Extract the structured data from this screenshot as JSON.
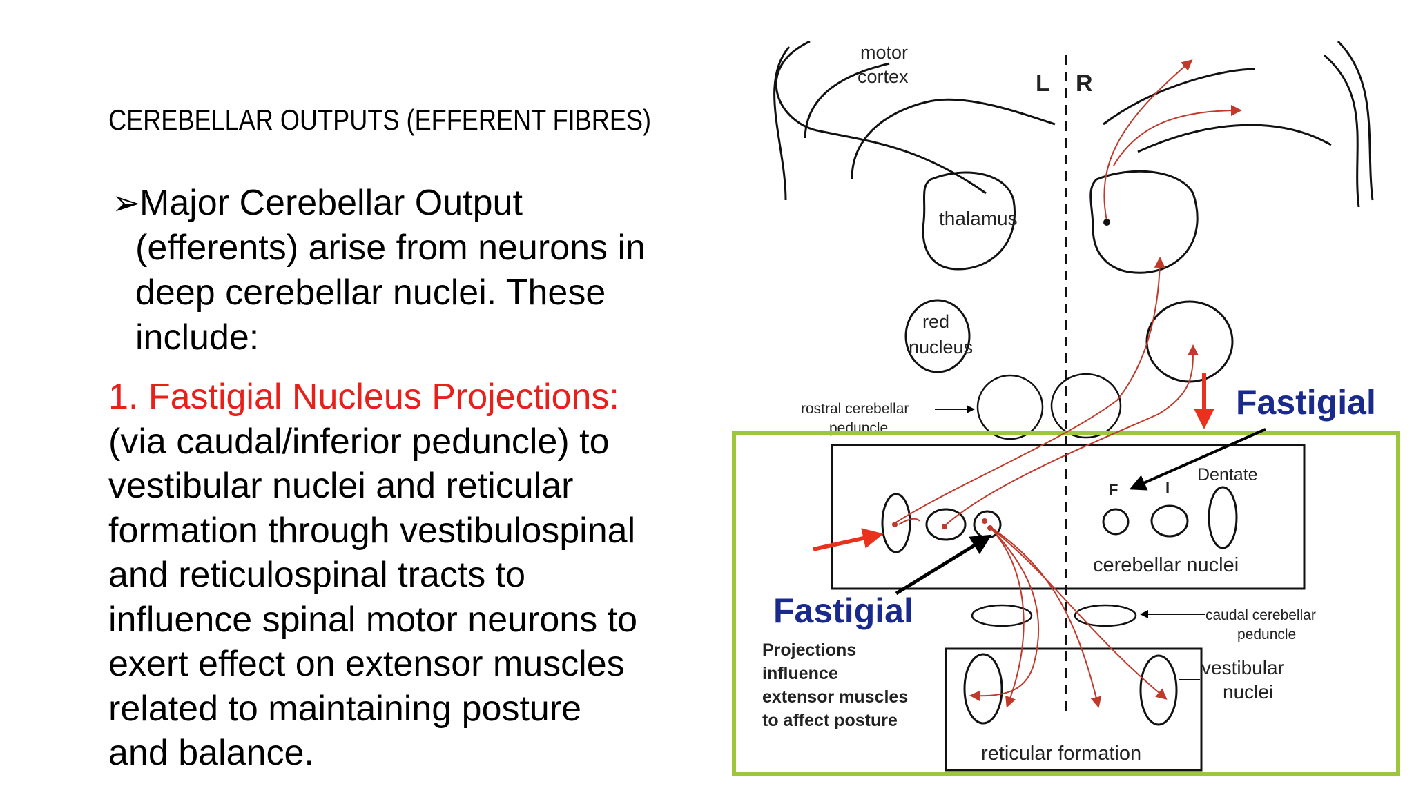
{
  "slide": {
    "title": "CEREBELLAR OUTPUTS (EFFERENT FIBRES)",
    "bullet": {
      "marker": "➢",
      "lines": [
        "Major Cerebellar Output",
        "(efferents) arise from neurons in",
        "deep cerebellar nuclei. These",
        "include:"
      ]
    },
    "section": {
      "heading": "1. Fastigial Nucleus Projections:",
      "lines": [
        "(via caudal/inferior peduncle) to",
        "vestibular nuclei and reticular",
        "formation through vestibulospinal",
        "and reticulospinal tracts to",
        "influence spinal motor neurons to",
        "exert effect on extensor muscles",
        "related to maintaining posture",
        "and balance."
      ]
    }
  },
  "diagram": {
    "labels": {
      "motor_cortex_1": "motor",
      "motor_cortex_2": "cortex",
      "left": "L",
      "right": "R",
      "thalamus": "thalamus",
      "red_nucleus_1": "red",
      "red_nucleus_2": "nucleus",
      "rostral_1": "rostral cerebellar",
      "rostral_2": "peduncle",
      "fastigial_top": "Fastigial",
      "fastigial_bottom": "Fastigial",
      "nucleus_f": "F",
      "nucleus_i": "I",
      "dentate": "Dentate",
      "cerebellar_nuclei": "cerebellar nuclei",
      "caudal_1": "caudal cerebellar",
      "caudal_2": "peduncle",
      "projections_1": "Projections",
      "projections_2": "influence",
      "projections_3": "extensor muscles",
      "projections_4": "to affect posture",
      "vestibular_1": "vestibular",
      "vestibular_2": "nuclei",
      "reticular_formation": "reticular formation"
    },
    "colors": {
      "highlight_box": "#9cc63c",
      "fiber": "#c0392b",
      "arrow_red": "#e8321e",
      "label_blue": "#1a2a8c"
    }
  }
}
